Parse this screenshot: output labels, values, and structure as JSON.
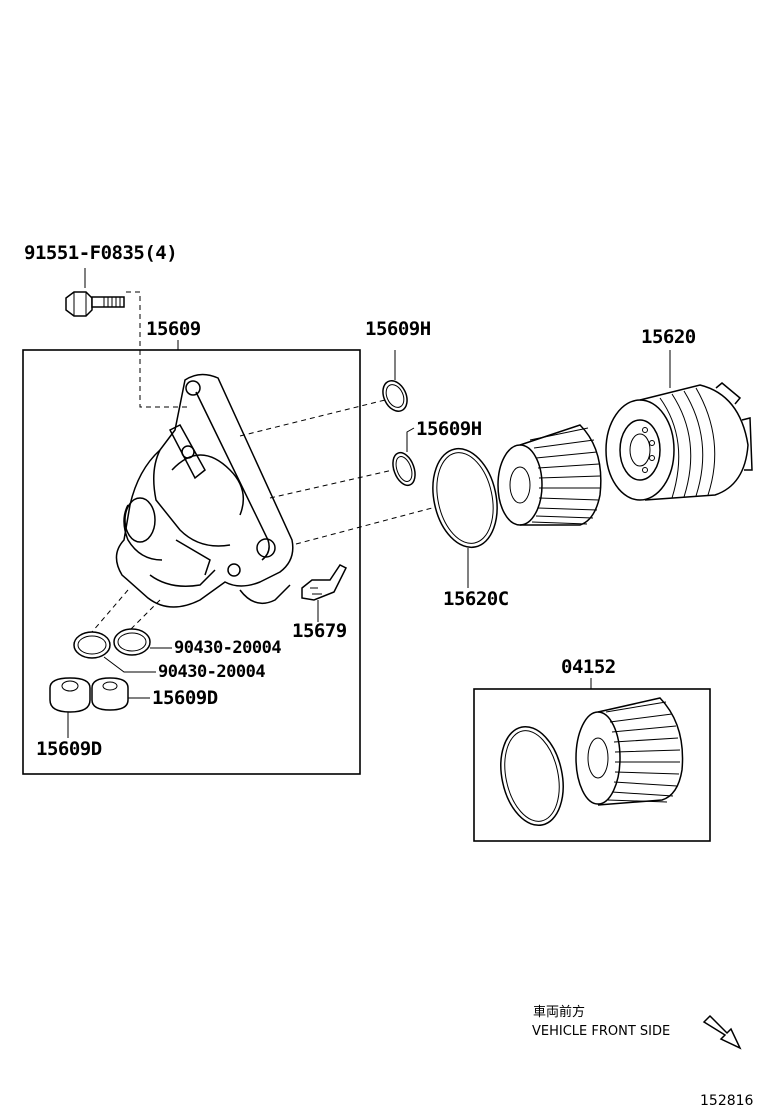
{
  "parts": {
    "bolt": "91551-F0835(4)",
    "housing": "15609",
    "oring_h_top": "15609H",
    "oring_h_mid": "15609H",
    "cap": "15620",
    "gasket": "15620C",
    "clip": "15679",
    "oring_a": "90430-20004",
    "oring_b": "90430-20004",
    "plug_right": "15609D",
    "plug_left": "15609D",
    "element_kit": "04152"
  },
  "direction_note": {
    "japanese": "車両前方",
    "english": "VEHICLE FRONT SIDE"
  },
  "figure_number": "152816"
}
